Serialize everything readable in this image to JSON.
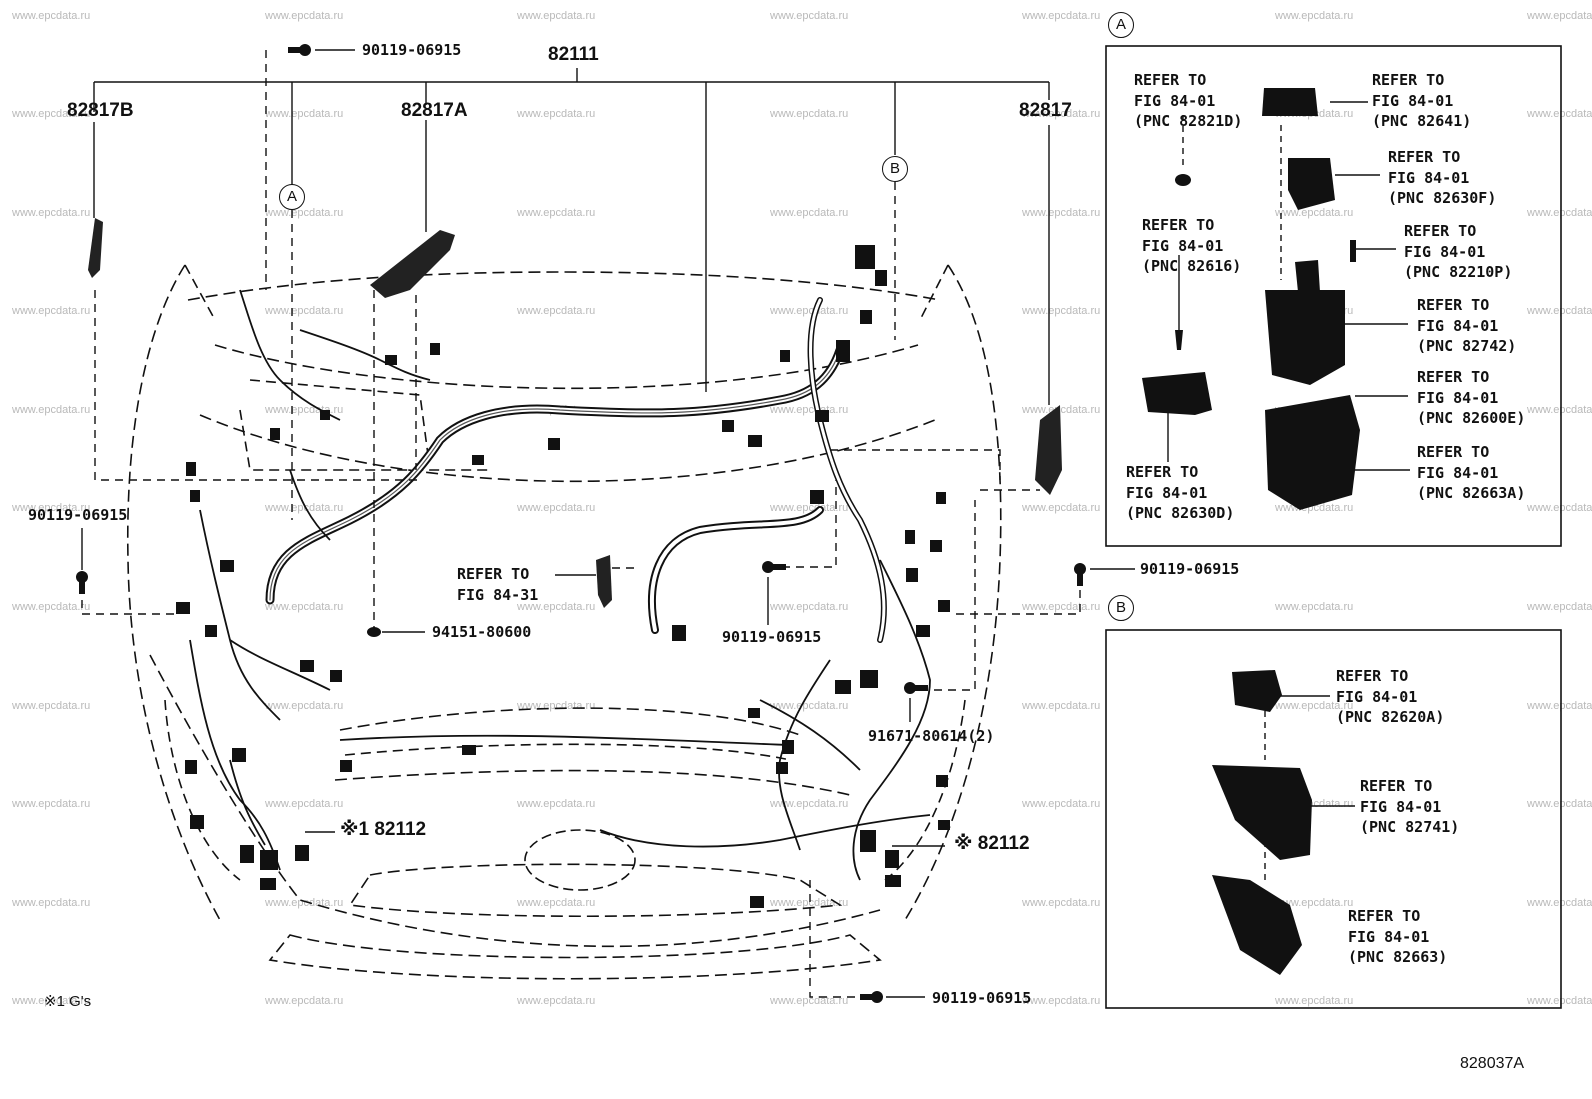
{
  "diagram_id": "828037A",
  "footnote": "※1 G's",
  "watermark": "www.epcdata.ru",
  "callout_a": "A",
  "callout_b": "B",
  "parts": {
    "main_harness": "82111",
    "p_82817B": "82817B",
    "p_82817A": "82817A",
    "p_82817": "82817",
    "bolt_top": "90119-06915",
    "bolt_left": "90119-06915",
    "bolt_center": "90119-06915",
    "bolt_right": "90119-06915",
    "bolt_bottom": "90119-06915",
    "grommet": "94151-80600",
    "nut": "91671-80614(2)",
    "sub_left": "※1 82112",
    "sub_right": "※ 82112",
    "refer_center": "REFER TO\nFIG 84-31"
  },
  "box_a": {
    "refs": [
      "REFER TO\nFIG 84-01\n(PNC 82821D)",
      "REFER TO\nFIG 84-01\n(PNC 82641)",
      "REFER TO\nFIG 84-01\n(PNC 82630F)",
      "REFER TO\nFIG 84-01\n(PNC 82616)",
      "REFER TO\nFIG 84-01\n(PNC 82210P)",
      "REFER TO\nFIG 84-01\n(PNC 82742)",
      "REFER TO\nFIG 84-01\n(PNC 82600E)",
      "REFER TO\nFIG 84-01\n(PNC 82663A)",
      "REFER TO\nFIG 84-01\n(PNC 82630D)"
    ]
  },
  "box_b": {
    "refs": [
      "REFER TO\nFIG 84-01\n(PNC 82620A)",
      "REFER TO\nFIG 84-01\n(PNC 82741)",
      "REFER TO\nFIG 84-01\n(PNC 82663)"
    ]
  }
}
